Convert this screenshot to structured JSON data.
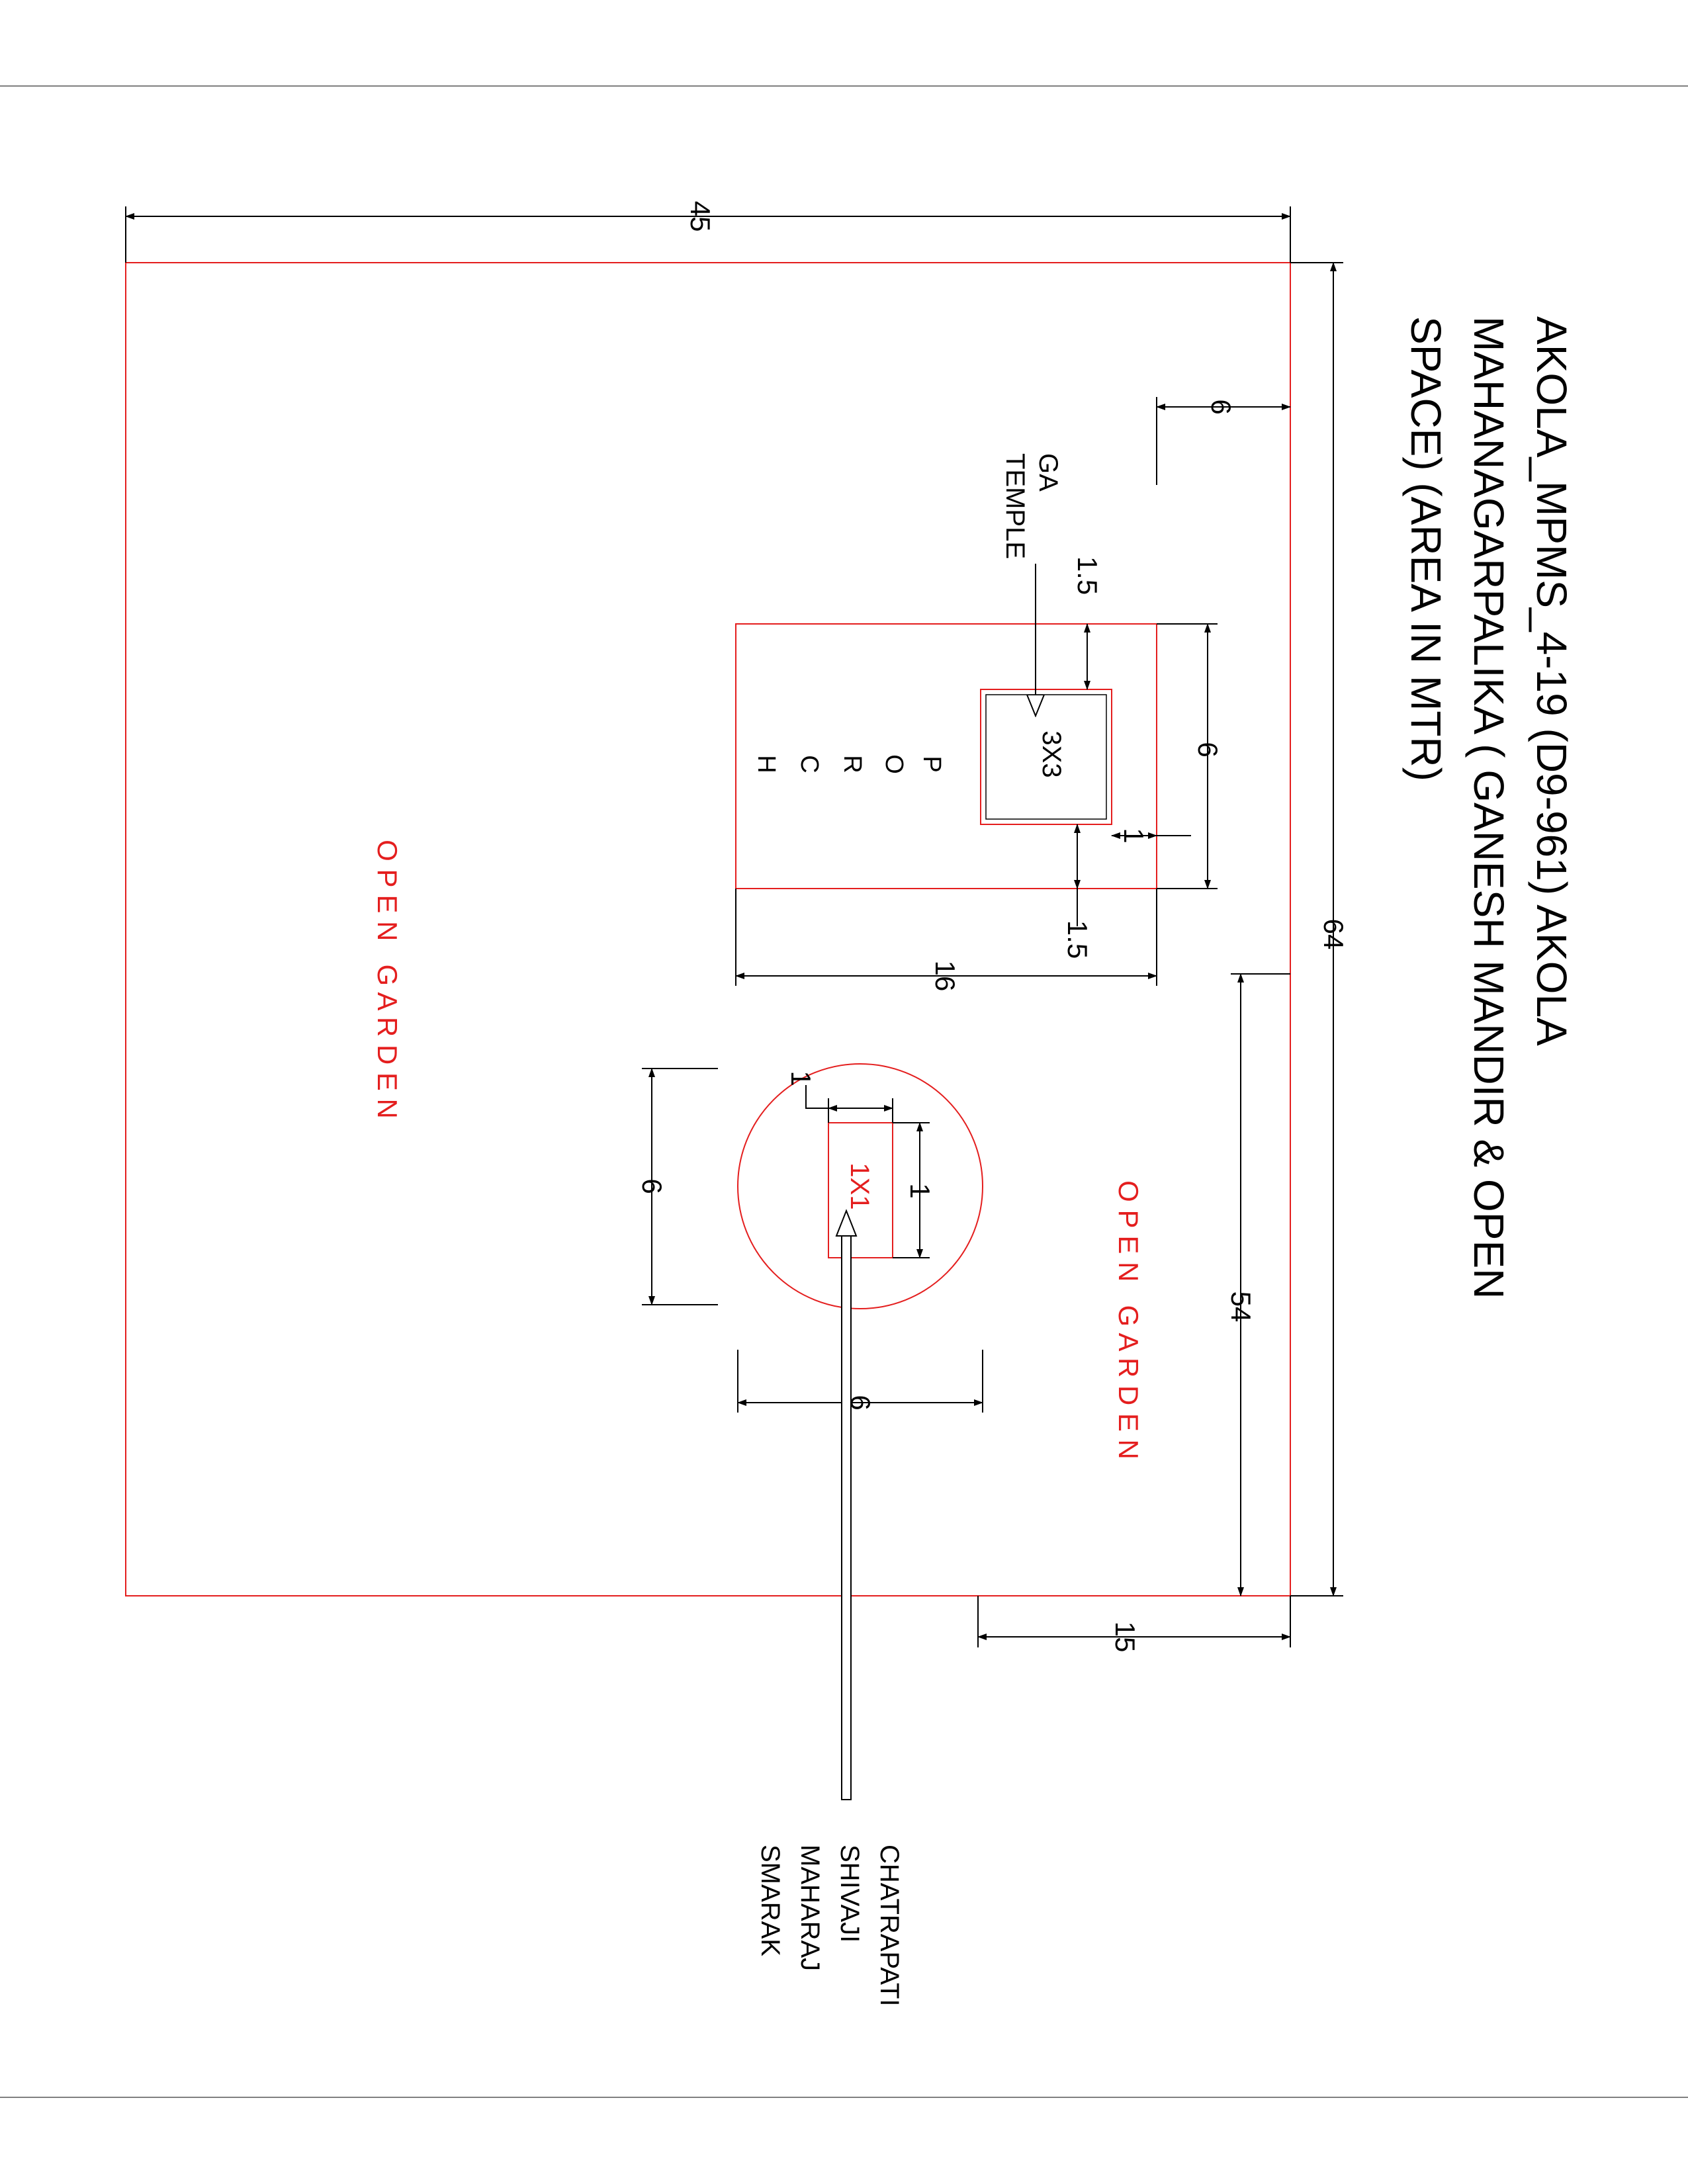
{
  "title": {
    "line1": "AKOLA_MPMS_4-19 (D9-961) AKOLA",
    "line2": "MAHANAGARPALIKA ( GANESH MANDIR & OPEN",
    "line3": "SPACE) (AREA IN MTR)"
  },
  "dimensions": {
    "overall_width": "45",
    "overall_length": "64",
    "side_length": "54",
    "side_offset": "15",
    "top_offset": "6",
    "porch_length": "16",
    "porch_width": "6",
    "temple_gap_top": "1.5",
    "temple_gap_bottom": "1.5",
    "temple_gap_side": "1",
    "circle_width": "6",
    "circle_length": "6",
    "smarak_width": "1",
    "smarak_length": "1"
  },
  "labels": {
    "temple_size": "3X3",
    "temple_name_1": "GA",
    "temple_name_2": "TEMPLE",
    "porch": [
      "P",
      "O",
      "R",
      "C",
      "H"
    ],
    "open_garden_1": "O P E N   G A R D E N",
    "open_garden_2": "O P E N   G A R D E N",
    "smarak_size": "1X1",
    "smarak_1": "CHATRAPATI",
    "smarak_2": "SHIVAJI",
    "smarak_3": "MAHARAJ",
    "smarak_4": "SMARAK"
  },
  "colors": {
    "boundary": "#e41e1e",
    "garden_text": "#e41e1e",
    "dimension": "#000000"
  }
}
